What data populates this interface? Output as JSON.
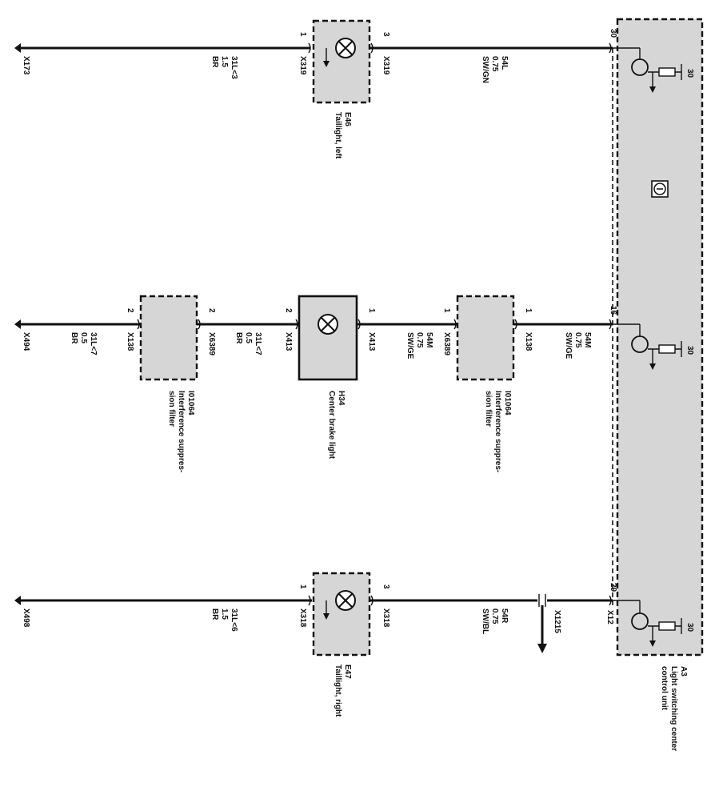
{
  "control_unit": {
    "id": "A3",
    "name_line1": "Light switching center",
    "name_line2": "control unit",
    "pins": {
      "top": "30",
      "mid": "16",
      "bottom": "29"
    },
    "relay_labels": [
      "30",
      "30",
      "30"
    ],
    "connector_bottom": "X12"
  },
  "branch_left": {
    "ground_connector": "X173",
    "ground_wire": {
      "circuit": "31L<3",
      "size": "1.5",
      "color": "BR"
    },
    "lamp": {
      "id": "E46",
      "name": "Taillight, left",
      "pin_in": "1",
      "pin_out": "3",
      "connector_a": "X319",
      "connector_b": "X319"
    },
    "feed_wire": {
      "circuit": "54L",
      "size": "0.75",
      "color": "SW/GN"
    }
  },
  "branch_center": {
    "ground_connector": "X494",
    "ground_wire_1": {
      "circuit": "31L<7",
      "size": "0.5",
      "color": "BR"
    },
    "ground_wire_2": {
      "circuit": "31L<7",
      "size": "0.5",
      "color": "BR"
    },
    "filter_a": {
      "id": "I01064",
      "line1": "Interference suppres-",
      "line2": "sion filter",
      "pin_a": "2",
      "pin_b": "2",
      "connector_a": "X138",
      "connector_b": "X6389"
    },
    "lamp": {
      "id": "H34",
      "name": "Center brake light",
      "pin_in": "2",
      "pin_out": "1",
      "connector_a": "X413",
      "connector_b": "X413"
    },
    "mid_wire": {
      "circuit": "54M",
      "size": "0.75",
      "color": "SW/GE"
    },
    "filter_b": {
      "id": "I01064",
      "line1": "Interference suppres-",
      "line2": "sion filter",
      "pin_a": "1",
      "pin_b": "1",
      "connector_a": "X6389",
      "connector_b": "X138"
    },
    "feed_wire": {
      "circuit": "54M",
      "size": "0.75",
      "color": "SW/GE"
    }
  },
  "branch_right": {
    "ground_connector": "X498",
    "ground_wire": {
      "circuit": "31L<6",
      "size": "1.5",
      "color": "BR"
    },
    "lamp": {
      "id": "E47",
      "name": "Taillight, right",
      "pin_in": "1",
      "pin_out": "3",
      "connector_a": "X318",
      "connector_b": "X318"
    },
    "feed_wire": {
      "circuit": "54R",
      "size": "0.75",
      "color": "SW/BL"
    },
    "splice": "X1215"
  }
}
